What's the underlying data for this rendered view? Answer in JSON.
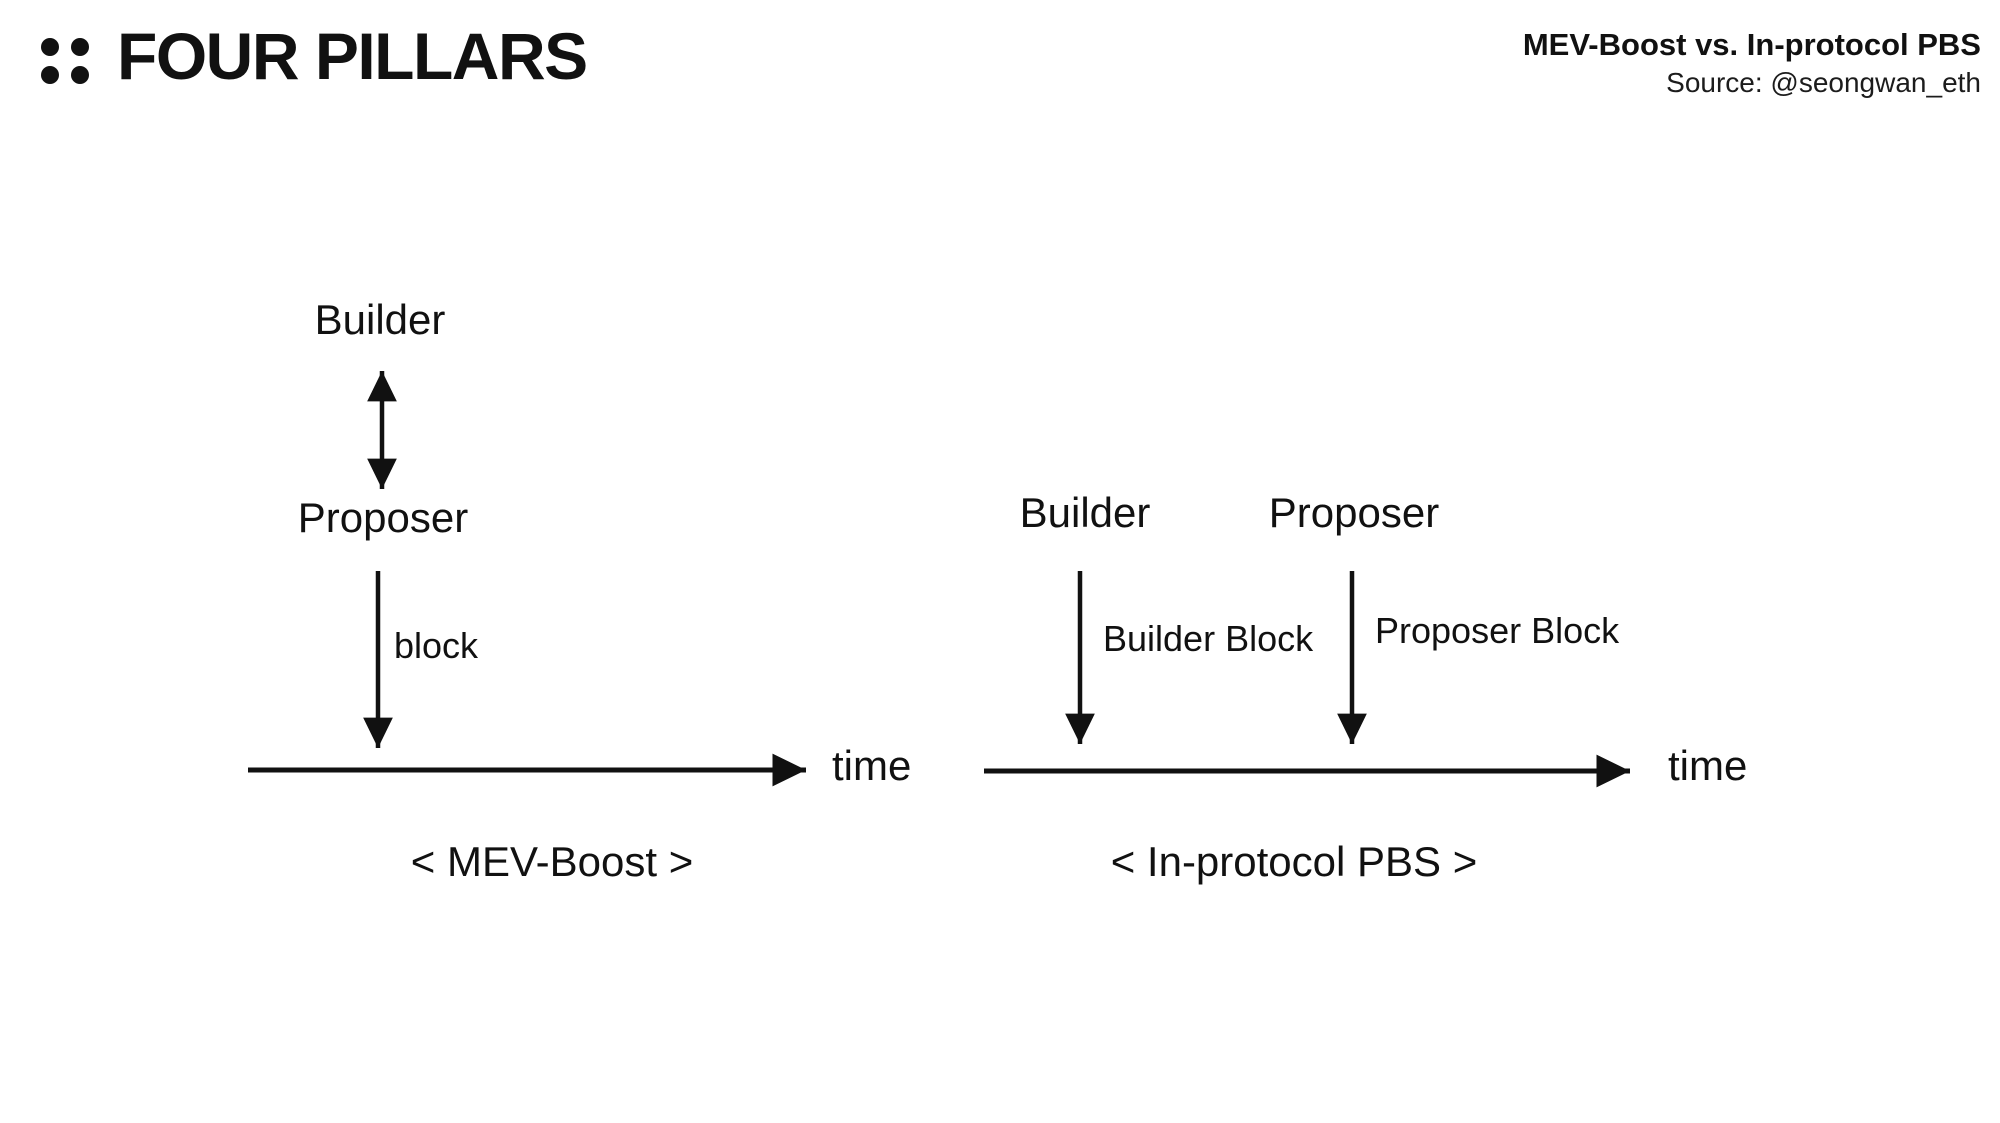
{
  "header": {
    "logo_text": "FOUR PILLARS",
    "title": "MEV-Boost vs. In-protocol PBS",
    "source": "Source: @seongwan_eth"
  },
  "colors": {
    "ink": "#111111",
    "background": "#ffffff"
  },
  "icons": {
    "logo": "four-dots-grid-icon"
  },
  "diagram": {
    "mev_boost": {
      "builder_label": "Builder",
      "proposer_label": "Proposer",
      "block_label": "block",
      "time_label": "time",
      "caption": "< MEV-Boost >"
    },
    "in_protocol": {
      "builder_label": "Builder",
      "proposer_label": "Proposer",
      "builder_block_label": "Builder Block",
      "proposer_block_label": "Proposer Block",
      "time_label": "time",
      "caption": "< In-protocol PBS >"
    }
  }
}
